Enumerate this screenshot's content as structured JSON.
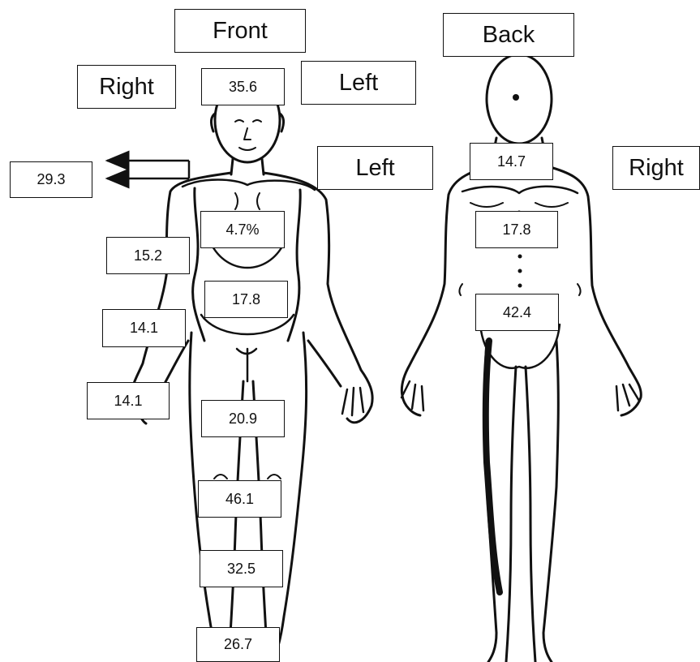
{
  "views": {
    "front": "Front",
    "back": "Back"
  },
  "sides": {
    "front_right": "Right",
    "front_left_head": "Left",
    "front_left_shoulder": "Left",
    "back_right": "Right"
  },
  "front_values": {
    "head": "35.6",
    "shoulder_arrows": "29.3",
    "chest": "4.7%",
    "upper_arm": "15.2",
    "abdomen": "17.8",
    "forearm": "14.1",
    "hand": "14.1",
    "thigh": "20.9",
    "knee": "46.1",
    "shin": "32.5",
    "foot": "26.7"
  },
  "back_values": {
    "upper_back": "14.7",
    "mid_back": "17.8",
    "lower_back": "42.4"
  }
}
